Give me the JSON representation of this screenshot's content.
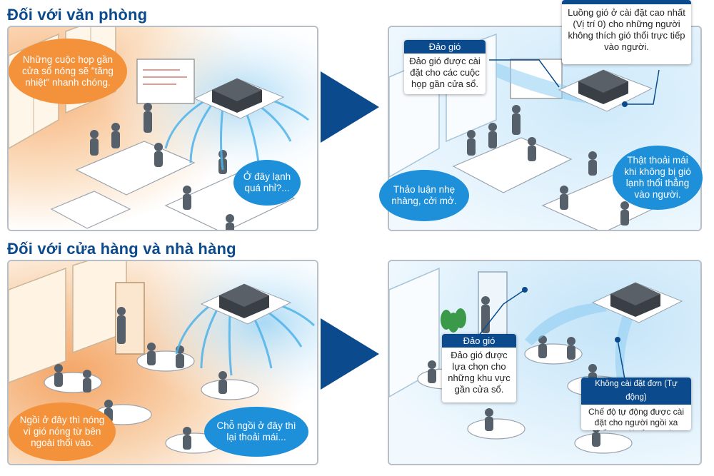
{
  "sections": {
    "office": {
      "heading": "Đối với văn phòng"
    },
    "shop": {
      "heading": "Đối với cửa hàng và nhà hàng"
    }
  },
  "office_before": {
    "bubble_hot": "Những cuộc họp gần cửa sổ nóng sẽ \"tăng nhiệt\" nhanh chóng.",
    "bubble_cold": "Ở đây lạnh quá nhỉ?..."
  },
  "office_after": {
    "swing_title": "Đảo gió",
    "swing_body": "Đảo gió được cài đặt cho các cuộc họp gần cửa sổ.",
    "top_callout_body": "Luồng gió ở cài đặt cao nhất (Vị trí 0) cho những người không thích gió thổi trực tiếp vào người.",
    "bubble_discuss": "Thảo luận nhẹ nhàng, cởi mở.",
    "bubble_comfort": "Thật thoải mái khi không bị gió lạnh thổi thẳng vào người."
  },
  "shop_before": {
    "bubble_hot": "Ngồi ở đây thì nóng vì gió nóng từ bên ngoài thổi vào.",
    "bubble_cold": "Chỗ ngồi ở đây thì lại thoải mái..."
  },
  "shop_after": {
    "swing_title": "Đảo gió",
    "swing_body": "Đảo gió được lựa chọn cho những khu vực gần cửa sổ.",
    "auto_title": "Không cài đặt đơn (Tự động)",
    "auto_body": "Chế độ tự động được cài đặt cho người ngồi xa nhất so với cửa ra vào."
  },
  "colors": {
    "heading": "#0b4a8c",
    "arrow": "#0b4a8c",
    "bubble_orange": "#f3923a",
    "bubble_blue": "#1e8fd9",
    "callout_title_bg": "#0b4a8c",
    "airflow": "#4fb3ea"
  },
  "icons": {
    "ceiling_unit": "ceiling-cassette-ac-icon",
    "transition": "right-triangle-arrow-icon"
  }
}
